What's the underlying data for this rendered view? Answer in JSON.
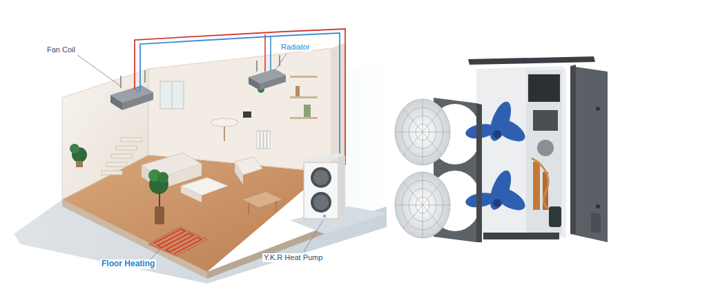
{
  "diagram": {
    "labels": [
      "Fan Coil",
      "Radiator",
      "Floor Heating",
      "Y.K.R Heat Pump"
    ]
  }
}
